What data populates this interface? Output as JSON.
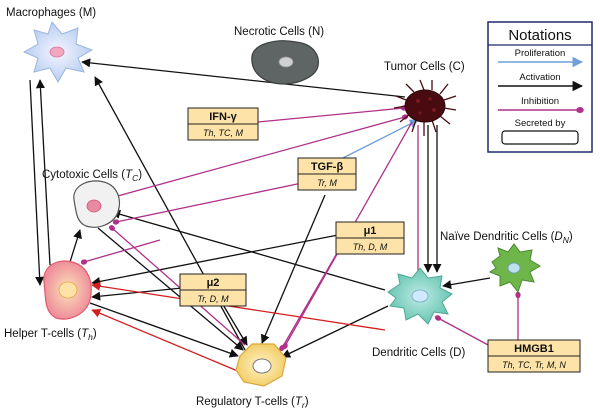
{
  "diagram": {
    "cells": {
      "macrophages": {
        "label": "Macrophages (M)"
      },
      "necrotic": {
        "label": "Necrotic Cells (N)"
      },
      "tumor": {
        "label": "Tumor Cells (C)"
      },
      "cytotoxic": {
        "label": "Cytotoxic Cells (",
        "sym": "T",
        "sub": "C",
        "tail": ")"
      },
      "helper": {
        "label": "Helper T-cells (",
        "sym": "T",
        "sub": "h",
        "tail": ")"
      },
      "regulatory": {
        "label": "Regulatory T-cells (",
        "sym": "T",
        "sub": "r",
        "tail": ")"
      },
      "dendritic": {
        "label": "Dendritic Cells (D)"
      },
      "naive": {
        "label": "Naïve Dendritic Cells (",
        "sym": "D",
        "sub": "N",
        "tail": ")"
      }
    },
    "factors": {
      "ifn": {
        "title": "IFN-γ",
        "sources": "Th, TC, M"
      },
      "tgf": {
        "title": "TGF-β",
        "sources": "Tr, M"
      },
      "mu1": {
        "title": "μ1",
        "sources": "Th, D, M"
      },
      "mu2": {
        "title": "μ2",
        "sources": "Tr, D, M"
      },
      "hmgb1": {
        "title": "HMGB1",
        "sources": "Th, TC, Tr, M, N"
      }
    },
    "legend": {
      "title": "Notations",
      "items": [
        {
          "label": "Proliferation",
          "color": "#6f9fd8"
        },
        {
          "label": "Activation",
          "color": "#111111"
        },
        {
          "label": "Inhibition",
          "color": "#b0308a"
        },
        {
          "label": "Secreted by",
          "color": "#111111"
        }
      ]
    },
    "colors": {
      "activation": "#111111",
      "inhibition": "#b0308a",
      "proliferation": "#6f9fd8",
      "helper_activation": "#d41f1f",
      "factor_fill": "#fde3a7",
      "factor_stroke": "#222222"
    }
  }
}
